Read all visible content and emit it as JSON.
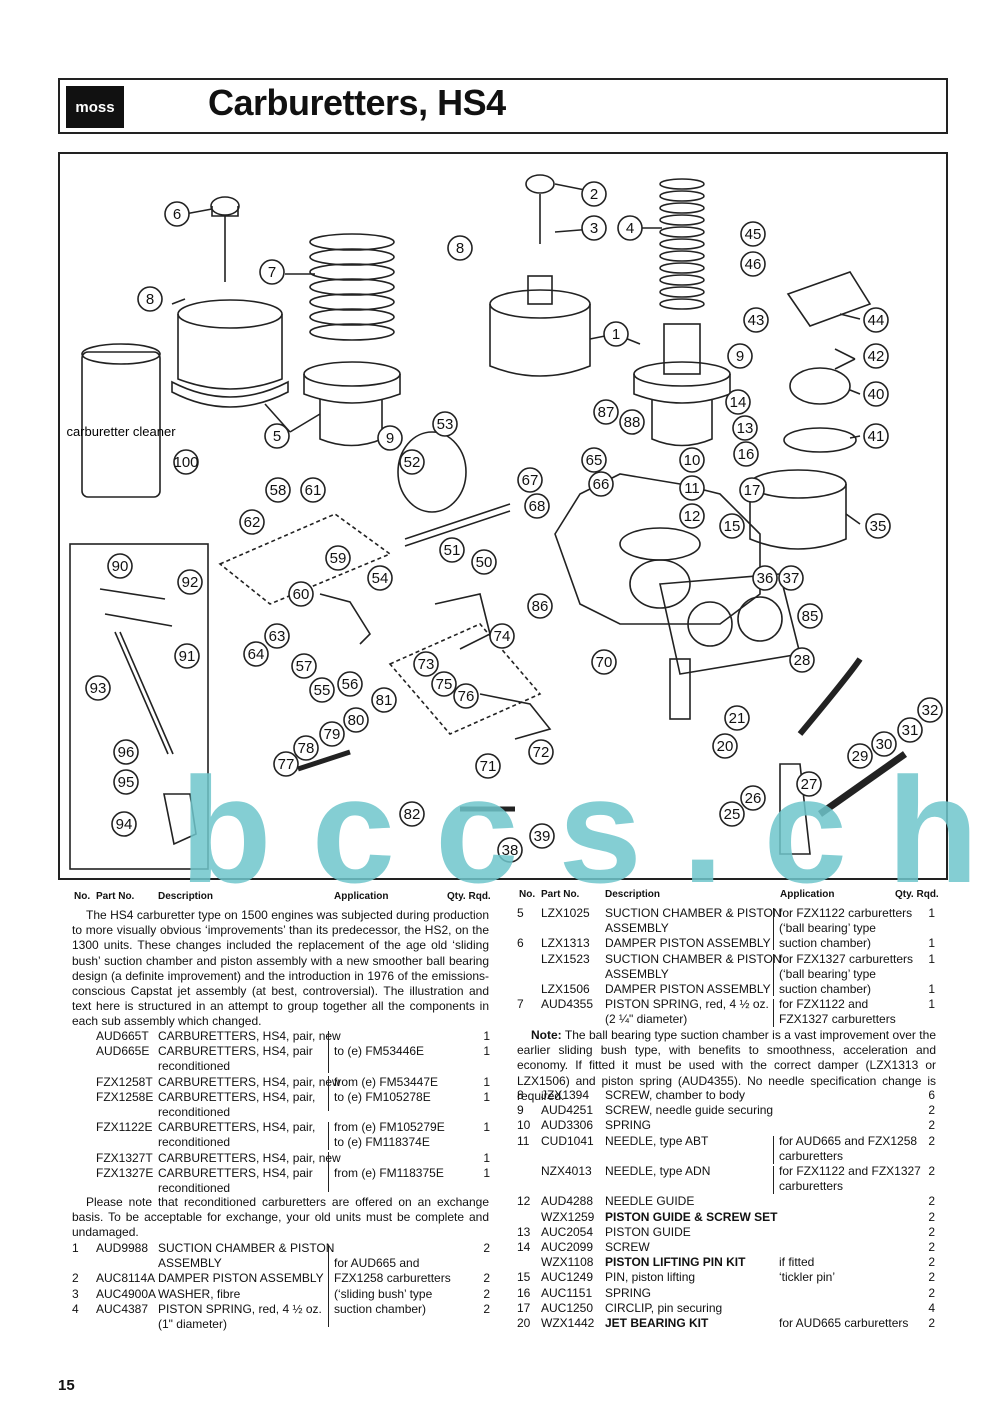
{
  "header": {
    "logo": "moss",
    "title": "Carburetters, HS4"
  },
  "watermark": "bccs.ch",
  "colors": {
    "watermark": "#6fc6cc"
  },
  "page_number": "15",
  "callouts": [
    "1",
    "2",
    "3",
    "4",
    "5",
    "6",
    "7",
    "8",
    "8",
    "9",
    "9",
    "10",
    "11",
    "12",
    "13",
    "14",
    "15",
    "16",
    "17",
    "20",
    "21",
    "25",
    "26",
    "27",
    "28",
    "29",
    "30",
    "31",
    "32",
    "35",
    "36",
    "37",
    "38",
    "39",
    "40",
    "41",
    "42",
    "43",
    "44",
    "45",
    "46",
    "50",
    "51",
    "52",
    "53",
    "54",
    "55",
    "56",
    "57",
    "58",
    "59",
    "60",
    "61",
    "62",
    "63",
    "64",
    "65",
    "66",
    "67",
    "68",
    "70",
    "71",
    "72",
    "73",
    "74",
    "75",
    "76",
    "77",
    "78",
    "79",
    "80",
    "81",
    "82",
    "85",
    "86",
    "87",
    "88",
    "90",
    "91",
    "92",
    "93",
    "94",
    "95",
    "96",
    "100"
  ],
  "diagram_labels": {
    "cleaner": "carburetter cleaner"
  },
  "table_headers": {
    "no": "No.",
    "part": "Part No.",
    "desc": "Description",
    "app": "Application",
    "qty": "Qty. Rqd."
  },
  "intro": "The HS4 carburetter type on 1500 engines was subjected during production to more visually obvious ‘improvements’ than its predecessor, the HS2, on the 1300 units. These changes included the replacement of the age old ‘sliding bush’ suction chamber and piston assembly with a new smoother ball bearing design (a definite improvement) and the introduction in 1976 of the emissions-conscious Capstat jet assembly (at best, controversial). The illustration and text here is structured in an attempt to group together all the components in each sub assembly which changed.",
  "exchange_note": "Please note that reconditioned carburetters are offered on an exchange basis. To be acceptable for exchange, your old units must be complete and undamaged.",
  "left_rows": [
    {
      "no": "",
      "part": "AUD665T",
      "desc": "CARBURETTERS, HS4, pair, new",
      "app": "",
      "qty": "1"
    },
    {
      "no": "",
      "part": "AUD665E",
      "desc": "CARBURETTERS, HS4, pair",
      "app": "to (e) FM53446E",
      "qty": "1"
    },
    {
      "no": "",
      "part": "",
      "desc": "reconditioned",
      "app": "",
      "qty": ""
    },
    {
      "no": "",
      "part": "FZX1258T",
      "desc": "CARBURETTERS, HS4, pair, new",
      "app": "from (e) FM53447E",
      "qty": "1"
    },
    {
      "no": "",
      "part": "FZX1258E",
      "desc": "CARBURETTERS, HS4, pair,",
      "app": "to (e) FM105278E",
      "qty": "1"
    },
    {
      "no": "",
      "part": "",
      "desc": "reconditioned",
      "app": "",
      "qty": ""
    },
    {
      "no": "",
      "part": "FZX1122E",
      "desc": "CARBURETTERS, HS4, pair,",
      "app": "from (e) FM105279E",
      "qty": "1"
    },
    {
      "no": "",
      "part": "",
      "desc": "reconditioned",
      "app": "to (e) FM118374E",
      "qty": ""
    },
    {
      "no": "",
      "part": "FZX1327T",
      "desc": "CARBURETTERS, HS4, pair, new",
      "app": "",
      "qty": "1"
    },
    {
      "no": "",
      "part": "FZX1327E",
      "desc": "CARBURETTERS, HS4, pair",
      "app": "from (e) FM118375E",
      "qty": "1"
    },
    {
      "no": "",
      "part": "",
      "desc": "reconditioned",
      "app": "",
      "qty": ""
    }
  ],
  "left_rows2": [
    {
      "no": "1",
      "part": "AUD9988",
      "desc": "SUCTION CHAMBER & PISTON",
      "app": "",
      "qty": "2"
    },
    {
      "no": "",
      "part": "",
      "desc": "ASSEMBLY",
      "app": "for AUD665 and",
      "qty": ""
    },
    {
      "no": "2",
      "part": "AUC8114A",
      "desc": "DAMPER PISTON ASSEMBLY",
      "app": "FZX1258 carburetters",
      "qty": "2"
    },
    {
      "no": "3",
      "part": "AUC4900A",
      "desc": "WASHER, fibre",
      "app": "(‘sliding bush’ type",
      "qty": "2"
    },
    {
      "no": "4",
      "part": "AUC4387",
      "desc": "PISTON SPRING, red, 4 ½ oz.",
      "app": "suction chamber)",
      "qty": "2"
    },
    {
      "no": "",
      "part": "",
      "desc": "(1\" diameter)",
      "app": "",
      "qty": ""
    }
  ],
  "right_rows": [
    {
      "no": "5",
      "part": "LZX1025",
      "desc": "SUCTION CHAMBER & PISTON",
      "app": "for FZX1122 carburetters",
      "qty": "1"
    },
    {
      "no": "",
      "part": "",
      "desc": "ASSEMBLY",
      "app": "(‘ball bearing’ type",
      "qty": ""
    },
    {
      "no": "6",
      "part": "LZX1313",
      "desc": "DAMPER PISTON ASSEMBLY",
      "app": "suction chamber)",
      "qty": "1"
    },
    {
      "no": "",
      "part": "LZX1523",
      "desc": "SUCTION CHAMBER & PISTON",
      "app": "for FZX1327 carburetters",
      "qty": "1"
    },
    {
      "no": "",
      "part": "",
      "desc": "ASSEMBLY",
      "app": "(‘ball bearing’ type",
      "qty": ""
    },
    {
      "no": "",
      "part": "LZX1506",
      "desc": "DAMPER PISTON ASSEMBLY",
      "app": "suction chamber)",
      "qty": "1"
    },
    {
      "no": "7",
      "part": "AUD4355",
      "desc": "PISTON SPRING, red, 4 ½ oz.",
      "app": "for FZX1122 and",
      "qty": "1"
    },
    {
      "no": "",
      "part": "",
      "desc": "(2 ¼\" diameter)",
      "app": "FZX1327 carburetters",
      "qty": ""
    }
  ],
  "note_label": "Note:",
  "note": "The ball bearing type suction chamber is a vast improvement over the earlier sliding bush type, with benefits to smoothness, acceleration and economy. If fitted it must be used with the correct damper (LZX1313 or LZX1506) and piston spring (AUD4355). No needle specification change is required.",
  "right_rows2": [
    {
      "no": "8",
      "part": "JZX1394",
      "desc": "SCREW, chamber to body",
      "app": "",
      "qty": "6",
      "b": false
    },
    {
      "no": "9",
      "part": "AUD4251",
      "desc": "SCREW, needle guide securing",
      "app": "",
      "qty": "2",
      "b": false
    },
    {
      "no": "10",
      "part": "AUD3306",
      "desc": "SPRING",
      "app": "",
      "qty": "2",
      "b": false
    },
    {
      "no": "11",
      "part": "CUD1041",
      "desc": "NEEDLE, type ABT",
      "app": "for AUD665 and FZX1258",
      "qty": "2",
      "b": false
    },
    {
      "no": "",
      "part": "",
      "desc": "",
      "app": "carburetters",
      "qty": "",
      "b": false
    },
    {
      "no": "",
      "part": "NZX4013",
      "desc": "NEEDLE, type ADN",
      "app": "for FZX1122 and FZX1327",
      "qty": "2",
      "b": false
    },
    {
      "no": "",
      "part": "",
      "desc": "",
      "app": "carburetters",
      "qty": "",
      "b": false
    },
    {
      "no": "12",
      "part": "AUD4288",
      "desc": "NEEDLE GUIDE",
      "app": "",
      "qty": "2",
      "b": false
    },
    {
      "no": "",
      "part": "WZX1259",
      "desc": "PISTON GUIDE & SCREW SET",
      "app": "",
      "qty": "2",
      "b": true
    },
    {
      "no": "13",
      "part": "AUC2054",
      "desc": "   PISTON GUIDE",
      "app": "",
      "qty": "2",
      "b": false
    },
    {
      "no": "14",
      "part": "AUC2099",
      "desc": "   SCREW",
      "app": "",
      "qty": "2",
      "b": false
    },
    {
      "no": "",
      "part": "WZX1108",
      "desc": "PISTON LIFTING PIN KIT",
      "app": "if fitted",
      "qty": "2",
      "b": true
    },
    {
      "no": "15",
      "part": "AUC1249",
      "desc": "   PIN, piston lifting",
      "app": "‘tickler pin’",
      "qty": "2",
      "b": false
    },
    {
      "no": "16",
      "part": "AUC1151",
      "desc": "   SPRING",
      "app": "",
      "qty": "2",
      "b": false
    },
    {
      "no": "17",
      "part": "AUC1250",
      "desc": "   CIRCLIP, pin securing",
      "app": "",
      "qty": "4",
      "b": false
    },
    {
      "no": "20",
      "part": "WZX1442",
      "desc": "JET BEARING KIT",
      "app": "for AUD665 carburetters",
      "qty": "2",
      "b": true
    }
  ]
}
